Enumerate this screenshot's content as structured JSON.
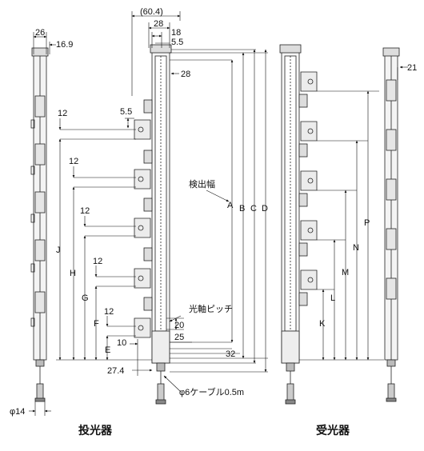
{
  "labels": {
    "emitter": "投光器",
    "receiver": "受光器",
    "detection_width": "検出幅",
    "optical_pitch": "光軸ピッチ",
    "cable": "φ6ケーブル0.5m",
    "phi14": "φ14"
  },
  "dims": {
    "d26": "26",
    "d16_9": "16.9",
    "d60_4": "(60.4)",
    "d28_top": "28",
    "d18": "18",
    "d5_5_top": "5.5",
    "d28_side": "28",
    "d5_5": "5.5",
    "d12": "12",
    "d20": "20",
    "d25": "25",
    "d10": "10",
    "d32": "32",
    "d27_4": "27.4",
    "d21": "21",
    "A": "A",
    "B": "B",
    "C": "C",
    "D": "D",
    "E": "E",
    "F": "F",
    "G": "G",
    "H": "H",
    "J": "J",
    "K": "K",
    "L": "L",
    "M": "M",
    "N": "N",
    "P": "P"
  }
}
